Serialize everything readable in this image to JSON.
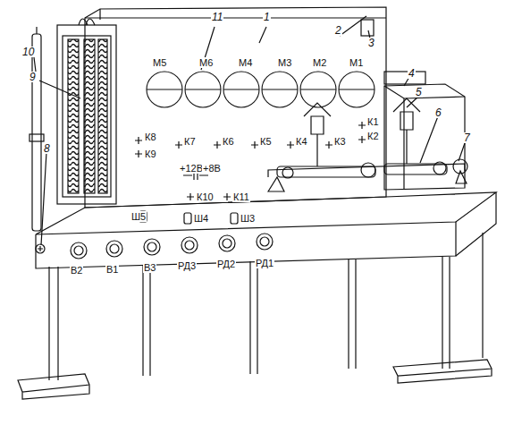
{
  "diagram": {
    "labels": [
      "11",
      "1",
      "2",
      "3",
      "10",
      "9",
      "4",
      "5",
      "6",
      "7",
      "8",
      "М5",
      "М6",
      "М4",
      "М3",
      "М2",
      "М1",
      "К1",
      "К2",
      "К3",
      "К4",
      "К5",
      "К6",
      "К7",
      "К8",
      "К9",
      "+12В",
      "+8В",
      "К10",
      "К11",
      "Ш5",
      "Ш4",
      "Ш3",
      "В2",
      "В1",
      "В3",
      "РД3",
      "РД2",
      "РД1"
    ]
  }
}
